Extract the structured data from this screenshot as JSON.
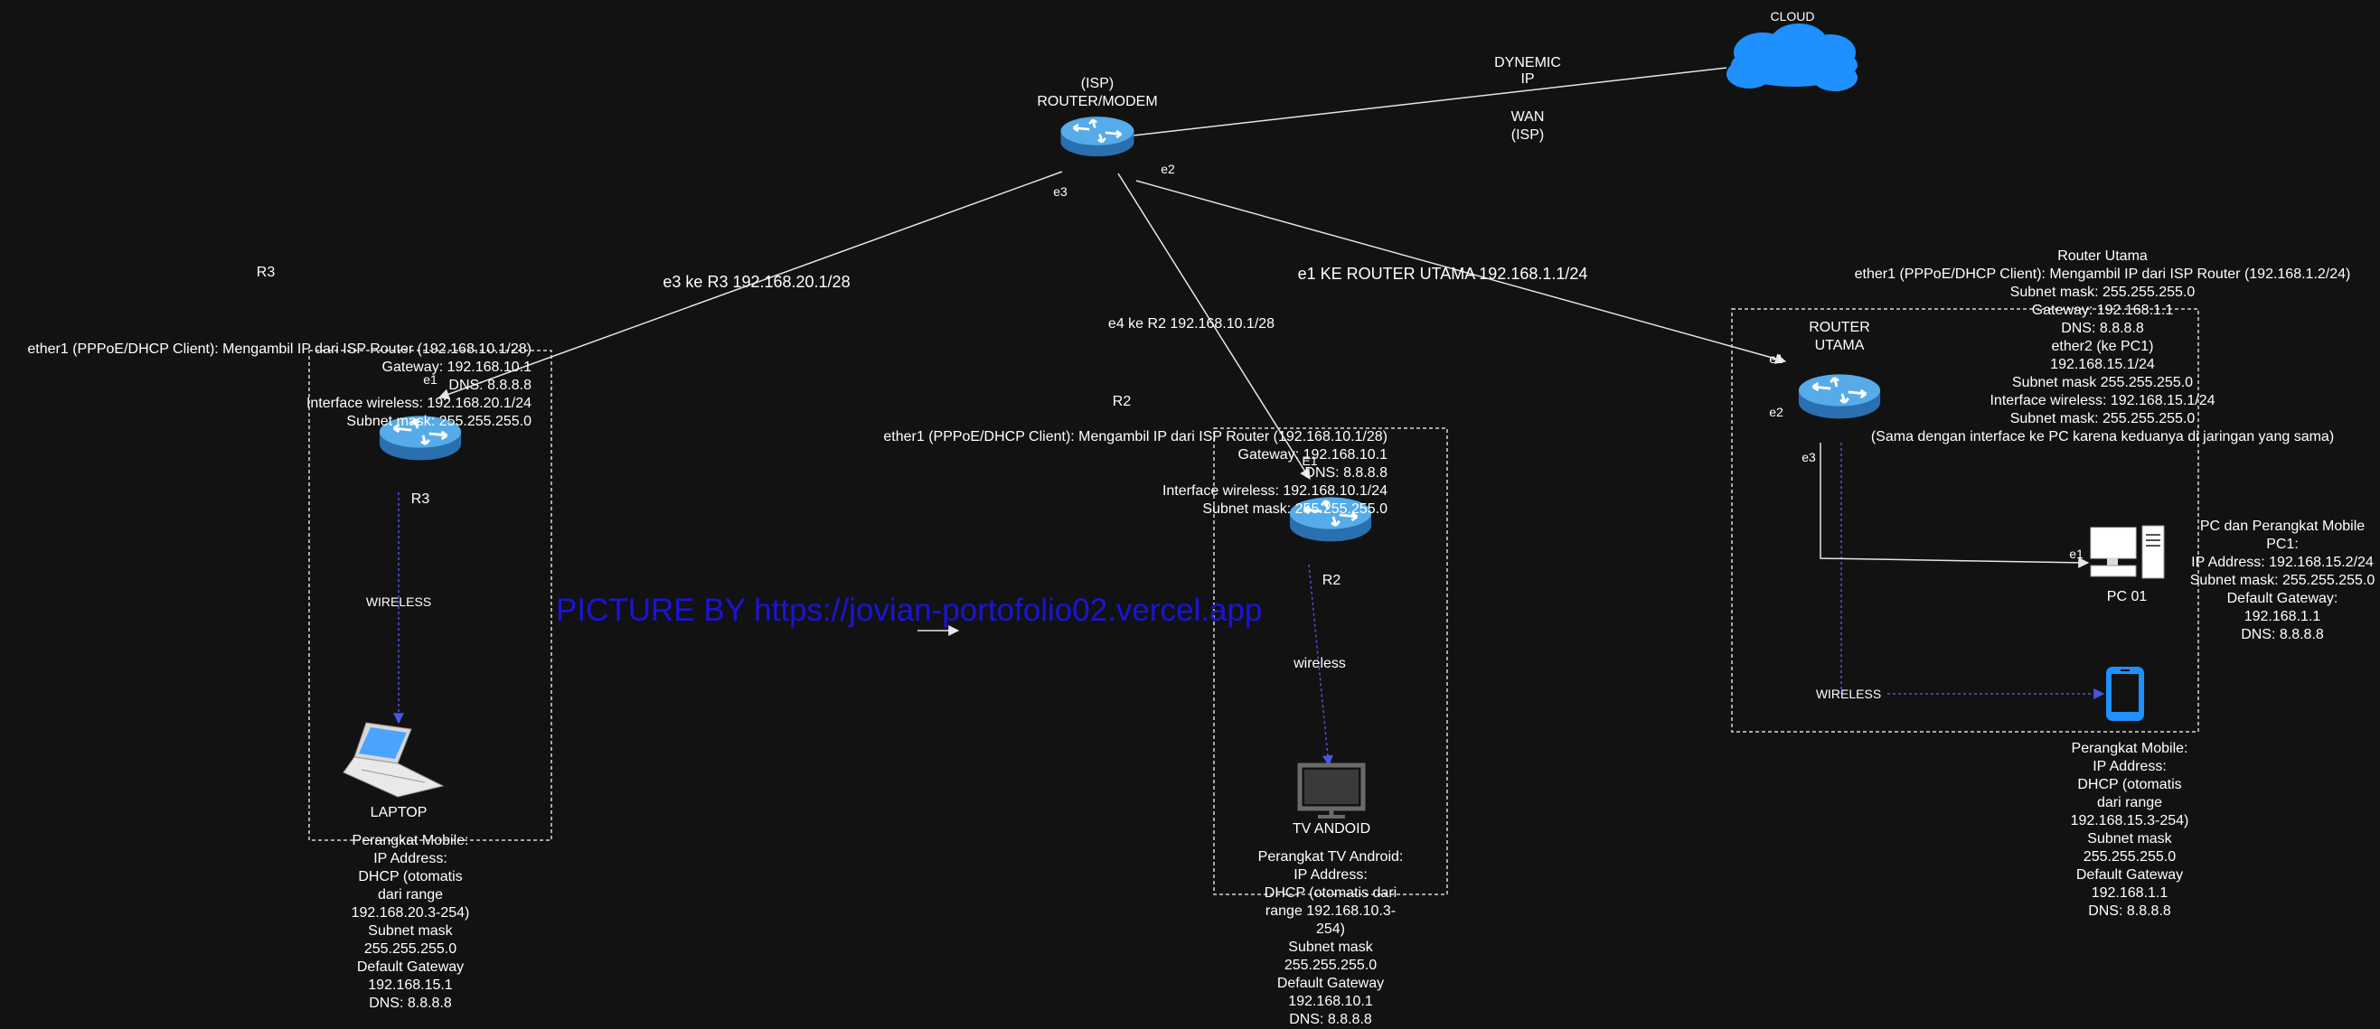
{
  "colors": {
    "background": "#121212",
    "line": "#e6e6e6",
    "wireless_line": "#4a55e0",
    "dashed_box": "#d8d8d8",
    "cloud": "#1e90ff",
    "router_body": "#3f97d9",
    "watermark": "#1a14d9"
  },
  "cloud": {
    "label": "CLOUD",
    "icon": "cloud-icon"
  },
  "wan": {
    "label1": "DYNEMIC",
    "label2": "IP",
    "label3": "WAN",
    "label4": "(ISP)"
  },
  "isp_router": {
    "line1": "(ISP)",
    "line2": "ROUTER/MODEM",
    "port_e3": "e3",
    "port_e2": "e2"
  },
  "links": {
    "to_r3": "e3 ke R3 192.168.20.1/28",
    "to_r2": "e4 ke R2 192.168.10.1/28",
    "to_main": "e1 KE ROUTER UTAMA 192.168.1.1/24"
  },
  "r3": {
    "title": "R3",
    "config": [
      "ether1 (PPPoE/DHCP Client): Mengambil IP dari ISP Router (192.168.10.1/28)",
      "Gateway: 192.168.10.1",
      "DNS: 8.8.8.8",
      "Interface wireless: 192.168.20.1/24",
      "Subnet mask: 255.255.255.0"
    ],
    "port": "e1",
    "router_label": "R3",
    "wireless": "WIRELESS",
    "device_label": "LAPTOP",
    "device_info": [
      "Perangkat Mobile:",
      "IP Address:",
      "DHCP (otomatis",
      "dari range",
      "192.168.20.3-254)",
      "Subnet mask",
      "255.255.255.0",
      "Default Gateway",
      "192.168.15.1",
      "DNS: 8.8.8.8"
    ]
  },
  "r2": {
    "title": "R2",
    "config": [
      "ether1 (PPPoE/DHCP Client): Mengambil IP dari ISP Router (192.168.10.1/28)",
      "Gateway: 192.168.10.1",
      "DNS: 8.8.8.8",
      "Interface wireless: 192.168.10.1/24",
      "Subnet mask: 255.255.255.0"
    ],
    "port": "E1",
    "router_label": "R2",
    "wireless": "wireless",
    "device_label": "TV ANDOID",
    "device_info": [
      "Perangkat TV Android:",
      "IP Address:",
      "DHCP (otomatis dari",
      "range 192.168.10.3-",
      "254)",
      "Subnet mask",
      "255.255.255.0",
      "Default Gateway",
      "192.168.10.1",
      "DNS: 8.8.8.8"
    ]
  },
  "main_router": {
    "label1": "ROUTER",
    "label2": "UTAMA",
    "port_e1": "e1",
    "port_e2": "e2",
    "port_e3": "e3",
    "config": [
      "Router Utama",
      "ether1 (PPPoE/DHCP Client): Mengambil IP dari ISP Router (192.168.1.2/24)",
      "Subnet mask: 255.255.255.0",
      "Gateway: 192.168.1.1",
      "DNS: 8.8.8.8",
      "ether2 (ke PC1)",
      "192.168.15.1/24",
      "Subnet mask 255.255.255.0",
      "Interface wireless: 192.168.15.1/24",
      "Subnet mask: 255.255.255.0",
      "(Sama dengan interface ke PC karena keduanya di jaringan yang sama)"
    ],
    "wireless": "WIRELESS"
  },
  "pc": {
    "port": "e1",
    "label": "PC 01",
    "info": [
      "PC dan Perangkat Mobile",
      "PC1:",
      "IP Address: 192.168.15.2/24",
      "Subnet mask: 255.255.255.0",
      "Default Gateway:",
      "192.168.1.1",
      "DNS: 8.8.8.8"
    ]
  },
  "mobile": {
    "info": [
      "Perangkat Mobile:",
      "IP Address:",
      "DHCP (otomatis",
      "dari range",
      "192.168.15.3-254)",
      "Subnet mask",
      "255.255.255.0",
      "Default Gateway",
      "192.168.1.1",
      "DNS: 8.8.8.8"
    ]
  },
  "watermark": "PICTURE BY https://jovian-portofolio02.vercel.app"
}
